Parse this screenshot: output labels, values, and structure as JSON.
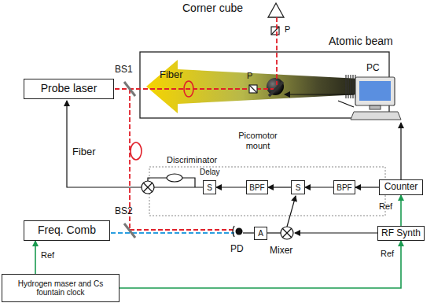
{
  "diagram": {
    "nodes": [
      {
        "text": [
          "Probe laser"
        ]
      },
      {
        "text": [
          "Freq. Comb"
        ]
      },
      {
        "text": [
          "Hydrogen maser and Cs fountain clock"
        ]
      },
      {
        "text": [
          "S"
        ]
      },
      {
        "text": [
          "BPF"
        ]
      },
      {
        "text": [
          "S"
        ]
      },
      {
        "text": [
          "BPF"
        ]
      },
      {
        "text": [
          "Counter"
        ]
      },
      {
        "text": [
          "RF Synth"
        ]
      },
      {
        "text": [
          "A"
        ]
      }
    ],
    "edges": [
      {
        "from": 4,
        "to": 3,
        "arrow": "to"
      },
      {
        "from": 5,
        "to": 4,
        "arrow": "to"
      },
      {
        "from": 6,
        "to": 5,
        "arrow": "to"
      },
      {
        "from": 7,
        "to": 6,
        "arrow": "to"
      },
      {
        "from": 8,
        "to": 7,
        "arrow": "to"
      },
      {
        "from": 2,
        "to": 1,
        "arrow": "to"
      },
      {
        "from": 2,
        "to": 8,
        "arrow": "to"
      }
    ],
    "labels": [
      "Corner cube",
      "P",
      "Atomic beam",
      "BS1",
      "Fiber",
      "P",
      "Picomotor mount",
      "PC",
      "Fiber",
      "Discriminator",
      "Delay",
      "BS2",
      "PD",
      "Mixer",
      "Ref",
      "Ref",
      "Ref"
    ]
  }
}
